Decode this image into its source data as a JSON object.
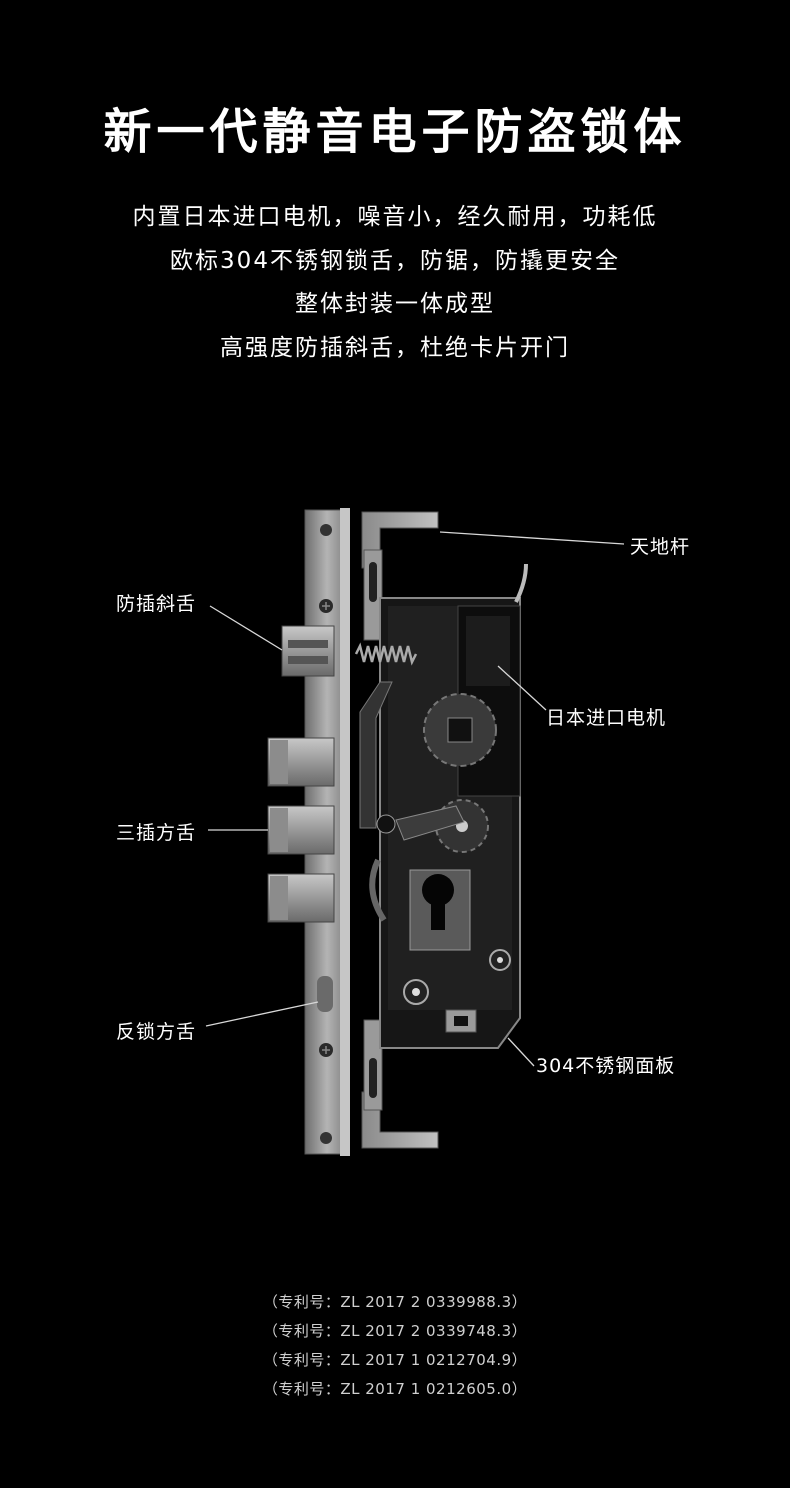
{
  "title": "新一代静音电子防盗锁体",
  "features": [
    "内置日本进口电机，噪音小，经久耐用，功耗低",
    "欧标304不锈钢锁舌，防锯，防撬更安全",
    "整体封装一体成型",
    "高强度防插斜舌，杜绝卡片开门"
  ],
  "callouts": {
    "tiandigan": "天地杆",
    "fangcha_xieshe": "防插斜舌",
    "motor": "日本进口电机",
    "sancha_fangshe": "三插方舌",
    "fansuo_fangshe": "反锁方舌",
    "panel": "304不锈钢面板"
  },
  "patents": [
    "（专利号：ZL 2017 2 0339988.3）",
    "（专利号：ZL 2017 2 0339748.3）",
    "（专利号：ZL 2017 1 0212704.9）",
    "（专利号：ZL 2017 1 0212605.0）"
  ],
  "colors": {
    "background": "#000000",
    "text": "#ffffff",
    "metal": "#9a9a9a",
    "body": "#1a1a1a"
  }
}
